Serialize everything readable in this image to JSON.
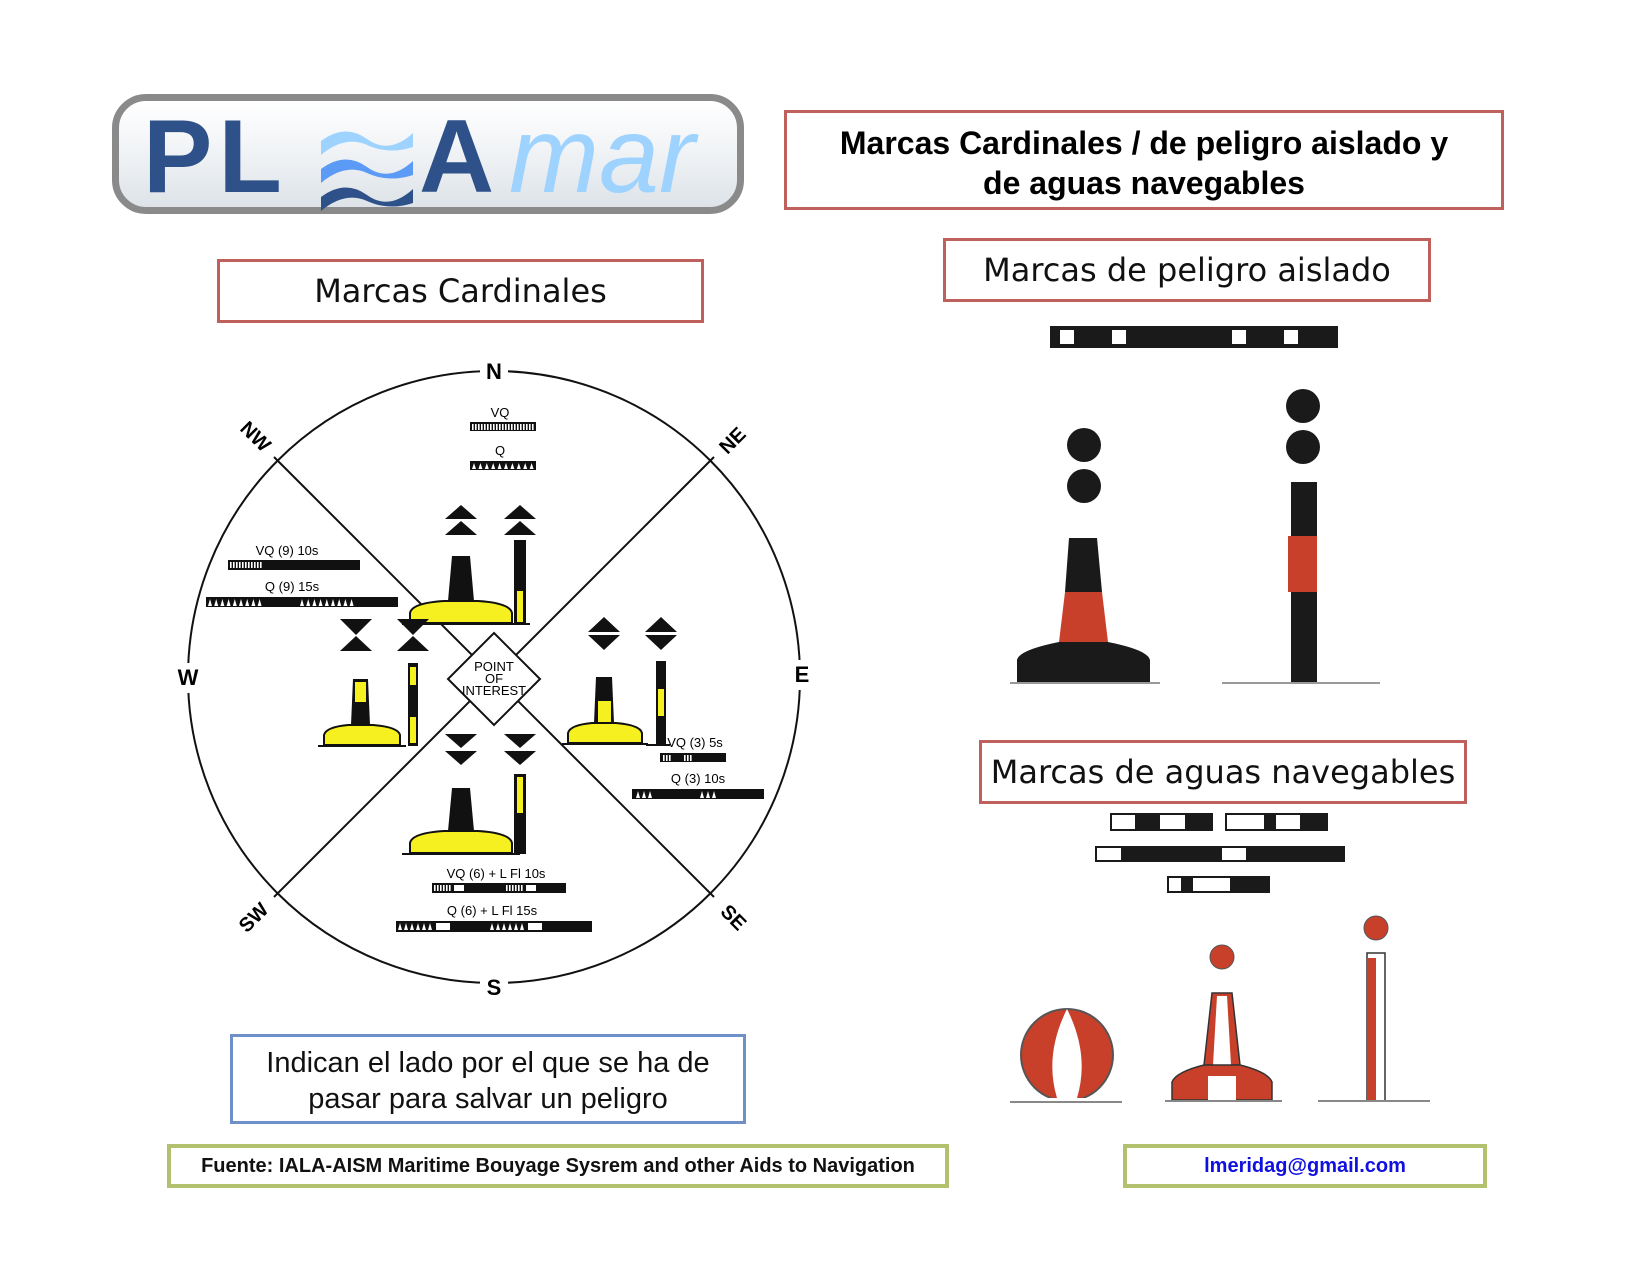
{
  "logo": {
    "text_left": "PL",
    "text_a": "A",
    "text_right": "mar",
    "colors": {
      "dark_blue": "#2e5189",
      "light_blue": "#9fd3ff",
      "wave_mid": "#5b9af5"
    }
  },
  "header": {
    "title_line1": "Marcas Cardinales / de peligro aislado y",
    "title_line2": "de aguas navegables"
  },
  "sections": {
    "cardinal_title": "Marcas Cardinales",
    "isolated_danger_title": "Marcas de peligro aislado",
    "safe_water_title": "Marcas de aguas navegables"
  },
  "compass": {
    "directions": {
      "n": "N",
      "s": "S",
      "e": "E",
      "w": "W",
      "ne": "NE",
      "nw": "NW",
      "se": "SE",
      "sw": "SW"
    },
    "center_label": [
      "POINT",
      "OF",
      "INTEREST"
    ],
    "north": {
      "light_labels": [
        "VQ",
        "Q"
      ],
      "topmark": "two cones pointing up",
      "colors": "black over yellow"
    },
    "east": {
      "light_labels": [
        "VQ (3) 5s",
        "Q (3) 10s"
      ],
      "topmark": "two cones base to base",
      "colors": "black-yellow-black"
    },
    "south": {
      "light_labels": [
        "VQ (6) + L Fl 10s",
        "Q (6) + L Fl 15s"
      ],
      "topmark": "two cones pointing down",
      "colors": "yellow over black"
    },
    "west": {
      "light_labels": [
        "VQ (9) 10s",
        "Q (9) 15s"
      ],
      "topmark": "two cones point to point",
      "colors": "yellow-black-yellow"
    }
  },
  "cardinal_note": {
    "line1": "Indican el lado por el que se ha de",
    "line2": "pasar para salvar un peligro"
  },
  "footer": {
    "source": "Fuente: IALA-AISM Maritime Bouyage Sysrem and other Aids to Navigation",
    "email": "lmeridag@gmail.com"
  },
  "colors": {
    "buoy_yellow": "#f7f020",
    "buoy_red": "#c8402a",
    "buoy_black": "#111111",
    "box_red_border": "#c0605c",
    "box_blue_border": "#6f8fc8",
    "box_green_border": "#b2c16e",
    "email_blue": "#1010e0"
  }
}
